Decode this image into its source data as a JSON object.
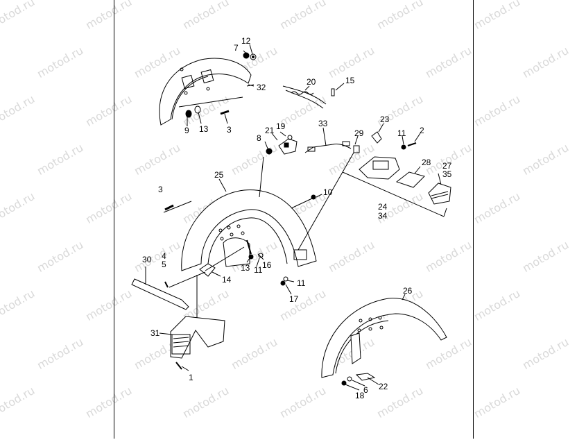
{
  "watermark": "motod.ru",
  "callouts": {
    "c1": "1",
    "c2": "2",
    "c3a": "3",
    "c3b": "3",
    "c4": "4",
    "c5": "5",
    "c6": "6",
    "c7": "7",
    "c8": "8",
    "c9": "9",
    "c10": "10",
    "c11a": "11",
    "c11b": "11",
    "c11c": "11",
    "c12": "12",
    "c13a": "13",
    "c13b": "13",
    "c14": "14",
    "c15": "15",
    "c16": "16",
    "c17": "17",
    "c18": "18",
    "c19": "19",
    "c20": "20",
    "c21": "21",
    "c22": "22",
    "c23": "23",
    "c24": "24",
    "c25": "25",
    "c26": "26",
    "c27": "27",
    "c28": "28",
    "c29": "29",
    "c30": "30",
    "c31": "31",
    "c32": "32",
    "c33": "33",
    "c34": "34",
    "c35": "35"
  }
}
